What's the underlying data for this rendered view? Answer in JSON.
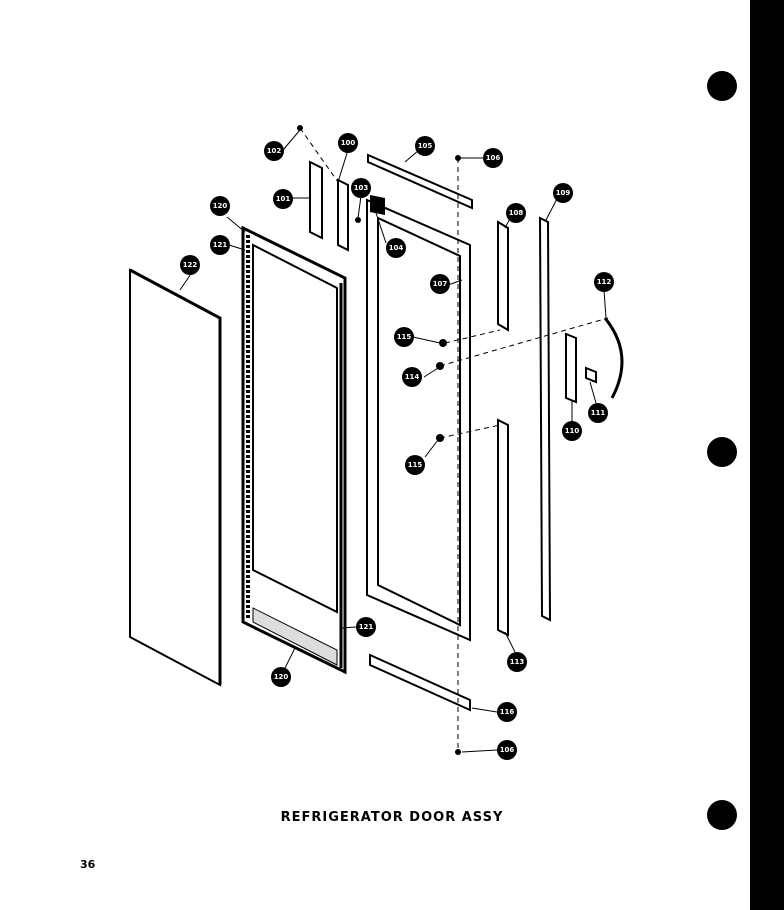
{
  "caption": "REFRIGERATOR DOOR ASSY",
  "page_number": "36",
  "callouts": [
    {
      "id": "c102",
      "label": "102"
    },
    {
      "id": "c100a",
      "label": "100"
    },
    {
      "id": "c101",
      "label": "101"
    },
    {
      "id": "c103",
      "label": "103"
    },
    {
      "id": "c105",
      "label": "105"
    },
    {
      "id": "c106a",
      "label": "106"
    },
    {
      "id": "c104",
      "label": "104"
    },
    {
      "id": "c107",
      "label": "107"
    },
    {
      "id": "c108",
      "label": "108"
    },
    {
      "id": "c109",
      "label": "109"
    },
    {
      "id": "c120a",
      "label": "120"
    },
    {
      "id": "c121a",
      "label": "121"
    },
    {
      "id": "c122",
      "label": "122"
    },
    {
      "id": "c112a",
      "label": "112"
    },
    {
      "id": "c115a",
      "label": "115"
    },
    {
      "id": "c114",
      "label": "114"
    },
    {
      "id": "c111",
      "label": "111"
    },
    {
      "id": "c110",
      "label": "110"
    },
    {
      "id": "c115b",
      "label": "115"
    },
    {
      "id": "c121b",
      "label": "121"
    },
    {
      "id": "c120b",
      "label": "120"
    },
    {
      "id": "c113",
      "label": "113"
    },
    {
      "id": "c116",
      "label": "116"
    },
    {
      "id": "c106b",
      "label": "106"
    }
  ]
}
